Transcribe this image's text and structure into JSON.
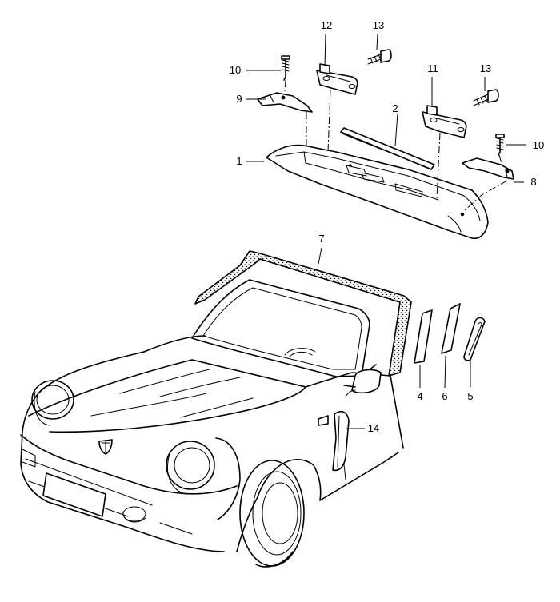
{
  "callouts": [
    "1",
    "2",
    "4",
    "5",
    "6",
    "7",
    "8",
    "9",
    "10",
    "10",
    "11",
    "12",
    "13",
    "13",
    "14"
  ]
}
